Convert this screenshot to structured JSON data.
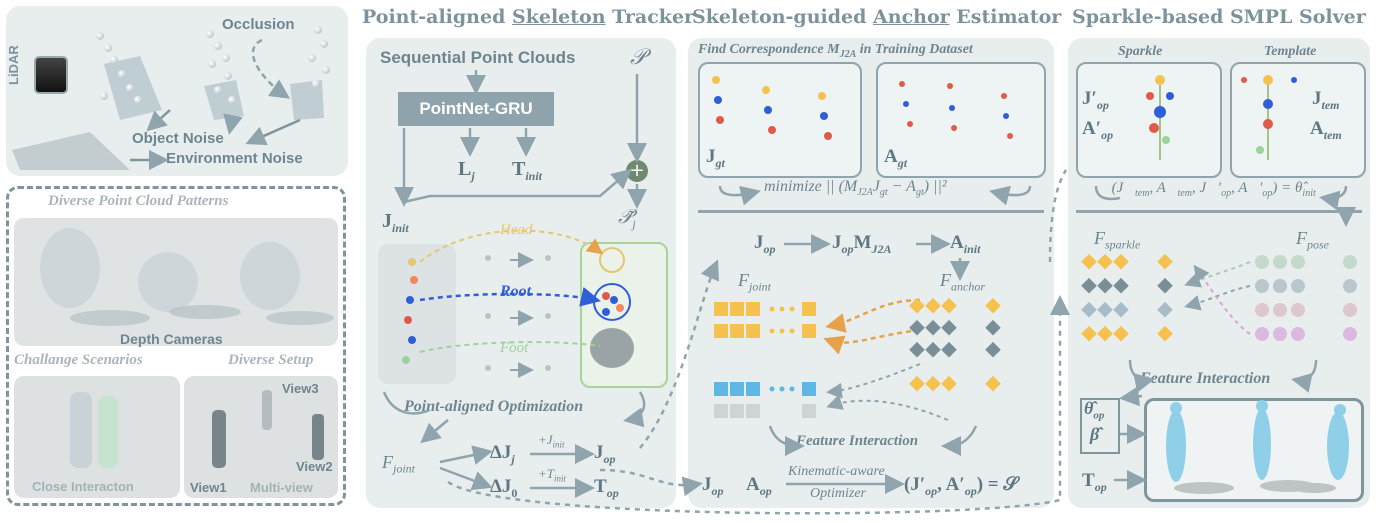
{
  "left": {
    "lidar": "LiDAR",
    "occlusion": "Occlusion",
    "object_noise": "Object Noise",
    "environment_noise": "Environment Noise",
    "patterns_title": "Diverse Point Cloud Patterns",
    "depth_cameras": "Depth Cameras",
    "challenge_scenarios": "Challange Scenarios",
    "diverse_setup": "Diverse Setup",
    "close_interaction": "Close Interacton",
    "view1": "View1",
    "view2": "View2",
    "view3": "View3",
    "multi_view": "Multi-view"
  },
  "tracker": {
    "title_a": "Point-aligned ",
    "title_b": "Skeleton",
    "title_c": " Tracker",
    "seq_pc": "Sequential Point Clouds",
    "P": "𝒫",
    "pointnet": "PointNet-GRU",
    "Lj": "L",
    "Lj_sub": "j",
    "Tinit": "T",
    "Tinit_sub": "init",
    "Jinit": "J",
    "Jinit_sub": "init",
    "Pj": "𝒫̃",
    "Pj_sub": "j",
    "head": "Head",
    "root": "Root",
    "foot": "Foot",
    "pa_opt": "Point-aligned Optimization",
    "Fjoint": "F",
    "Fjoint_sub": "joint",
    "dJj": "ΔJ",
    "dJj_sub": "j",
    "plusJinit": "+J",
    "plusJinit_sub": "init",
    "Jop": "J",
    "Jop_sub": "op",
    "dJ0": "ΔJ",
    "dJ0_sub": "0",
    "plusTinit": "+T",
    "plusTinit_sub": "init",
    "Top": "T",
    "Top_sub": "op"
  },
  "anchor": {
    "title_a": "Skeleton-guided ",
    "title_b": "Anchor",
    "title_c": " Estimator",
    "find_corr": "Find Correspondence M",
    "find_corr_sub": "J2A",
    "find_corr_tail": " in Training Dataset",
    "Jgt": "J",
    "Jgt_sub": "gt",
    "Agt": "A",
    "Agt_sub": "gt",
    "minimize": "minimize || (M",
    "minimize_sub": "J2A",
    "minimize_tail": "J",
    "minimize_sub2": "gt",
    "minimize_tail2": " − A",
    "minimize_sub3": "gt",
    "minimize_tail3": ") ||²",
    "Jop": "J",
    "Jop_sub": "op",
    "JopM": "J",
    "JopM_sub": "op",
    "JopM_M": "M",
    "JopM_Msub": "J2A",
    "Ainit": "A",
    "Ainit_sub": "init",
    "Fjoint": "F",
    "Fjoint_sub": "joint",
    "Fanchor": "F",
    "Fanchor_sub": "anchor",
    "feature_interaction": "Feature Interaction",
    "bot_Jop": "J",
    "bot_Jop_sub": "op",
    "bot_Aop": "A",
    "bot_Aop_sub": "op",
    "kinematic": "Kinematic-aware",
    "optimizer": "Optimizer",
    "result": "(J′",
    "result_sub": "op",
    "result_mid": ", A′",
    "result_sub2": "op",
    "result_tail": ") = 𝒮"
  },
  "smpl": {
    "title": "Sparkle-based SMPL Solver",
    "sparkle": "Sparkle",
    "template": "Template",
    "Jop_p": "J′",
    "Jop_p_sub": "op",
    "Aop_p": "A′",
    "Aop_p_sub": "op",
    "Jtem": "J",
    "Jtem_sub": "tem",
    "Atem": "A",
    "Atem_sub": "tem",
    "D_formula": "𝒟(J⃗",
    "D_sub1": "tem",
    "D_mid1": ", A⃗",
    "D_sub2": "tem",
    "D_mid2": ", J⃗′",
    "D_sub3": "op",
    "D_mid3": ", A⃗′",
    "D_sub4": "op",
    "D_tail": ") = θ̂",
    "D_sub5": "init",
    "Fsparkle": "F",
    "Fsparkle_sub": "sparkle",
    "Fpose": "F",
    "Fpose_sub": "pose",
    "feature_interaction": "Feature Interaction",
    "theta": "θ̂",
    "theta_sub": "op",
    "beta": "β̂",
    "Top": "T",
    "Top_sub": "op"
  },
  "colors": {
    "panel": "#e8eeee",
    "border": "#8fa4ad",
    "text": "#6e8590",
    "head": "#e6c66e",
    "root": "#2f5fd6",
    "foot": "#9bd39b",
    "orange": "#f5b24a",
    "blue": "#5fb7e6",
    "grey": "#c8cccd",
    "diamond": "#7a8e98",
    "pink": "#d7a5d5",
    "mint": "#a9c9b8"
  }
}
